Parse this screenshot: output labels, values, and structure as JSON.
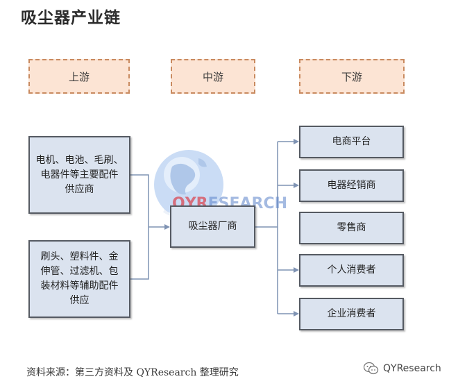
{
  "page": {
    "title": "吸尘器产业链"
  },
  "stages": {
    "upstream": "上游",
    "midstream": "中游",
    "downstream": "下游"
  },
  "upstream_nodes": [
    {
      "lines": [
        "电机、电池、毛刷、",
        "电器件等主要配件",
        "供应商"
      ]
    },
    {
      "lines": [
        "刷头、塑料件、金",
        "伸管、过滤机、包",
        "装材料等辅助配件",
        "供应"
      ]
    }
  ],
  "midstream_node": {
    "label": "吸尘器厂商"
  },
  "downstream_nodes": [
    {
      "label": "电商平台"
    },
    {
      "label": "电器经销商"
    },
    {
      "label": "零售商"
    },
    {
      "label": "个人消费者"
    },
    {
      "label": "企业消费者"
    }
  ],
  "watermark": {
    "prefix": "QYR",
    "suffix": "ESEARCH"
  },
  "footer": {
    "source": "资料来源：第三方资料及 QYResearch 整理研究",
    "brand": "QYResearch"
  },
  "colors": {
    "node_fill": "#dbe3ef",
    "stage_fill": "#fce4d4",
    "stage_border": "#c98a5f",
    "connector": "#7f93b3"
  }
}
